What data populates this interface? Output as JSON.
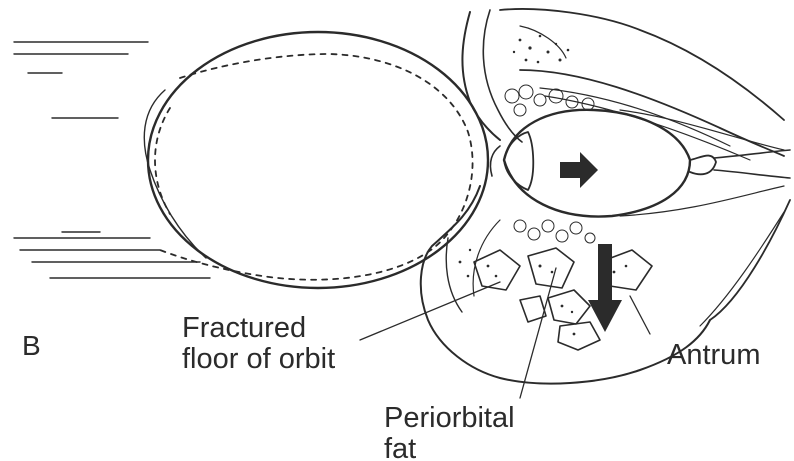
{
  "figure": {
    "panel_letter": "B",
    "labels": {
      "fractured_floor": [
        "Fractured",
        "floor of orbit"
      ],
      "periorbital_fat": [
        "Periorbital",
        "fat"
      ],
      "antrum": "Antrum"
    }
  }
}
